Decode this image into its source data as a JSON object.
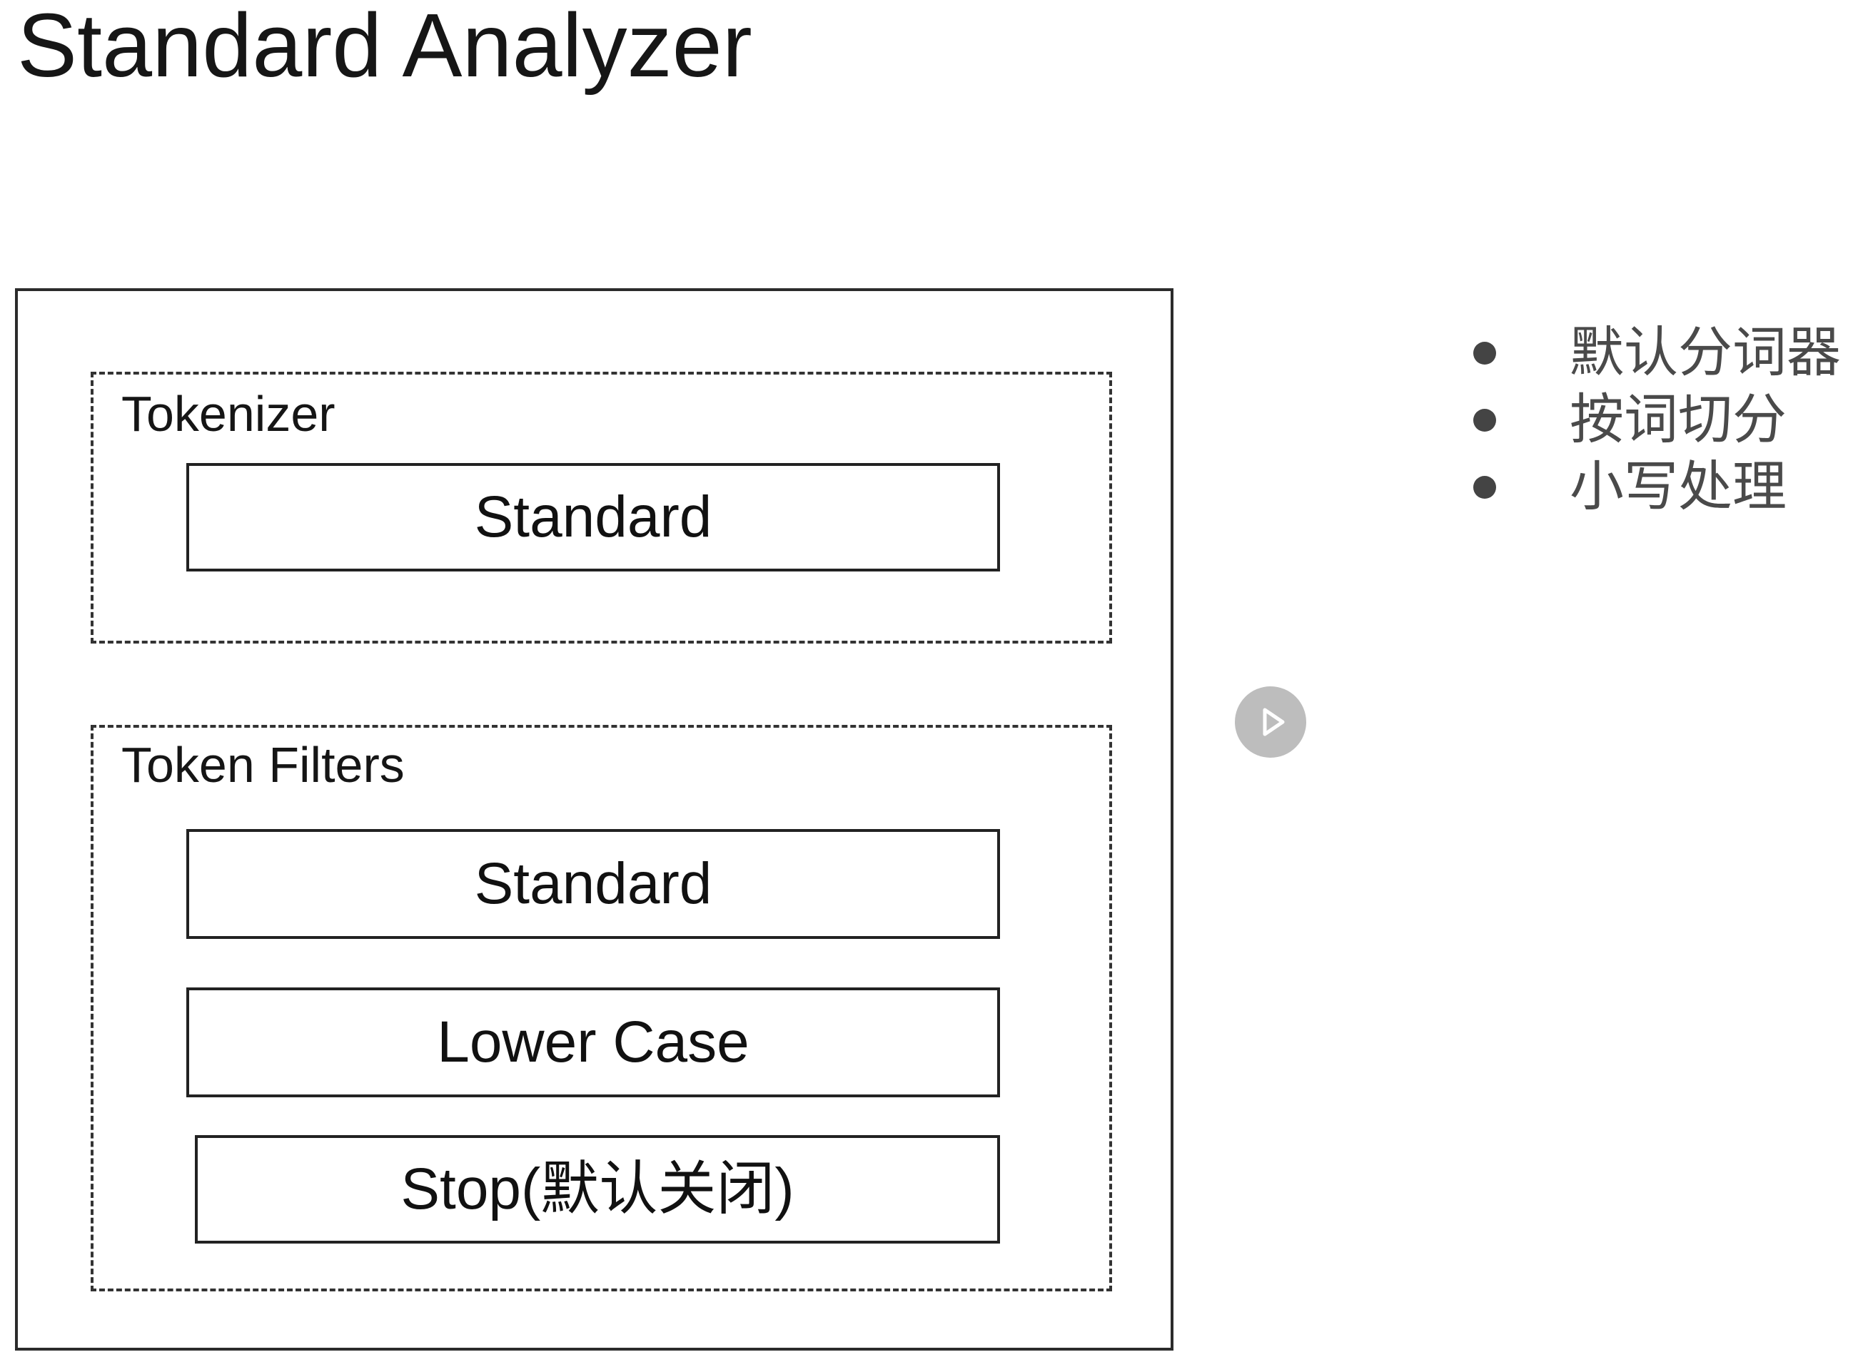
{
  "title": "Standard Analyzer",
  "analyzer": {
    "tokenizer": {
      "label": "Tokenizer",
      "items": [
        "Standard"
      ]
    },
    "token_filters": {
      "label": "Token Filters",
      "items": [
        "Standard",
        "Lower Case",
        "Stop(默认关闭)"
      ]
    }
  },
  "bullets": [
    "默认分词器",
    "按词切分",
    "小写处理"
  ],
  "play_button": {
    "icon": "play-icon"
  },
  "colors": {
    "border": "#2b2b2b",
    "bullet": "#444444",
    "play_button": "#bdbdbd"
  }
}
